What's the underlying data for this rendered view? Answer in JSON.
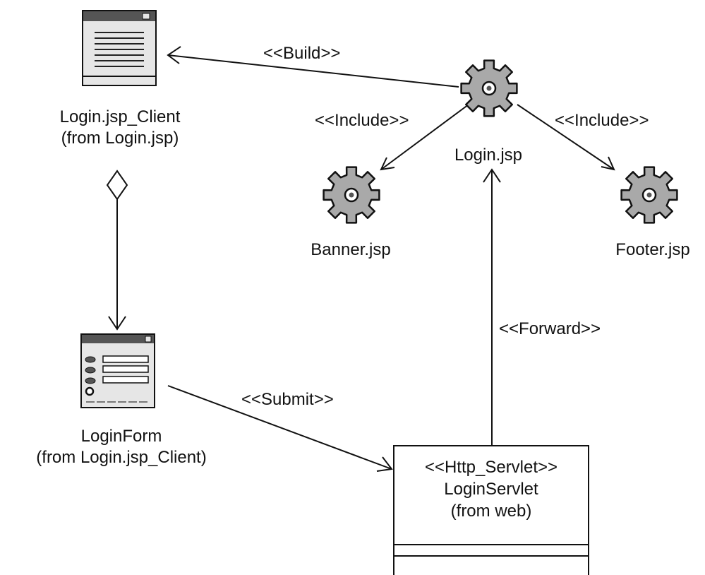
{
  "nodes": {
    "login_client": {
      "name": "Login.jsp_Client",
      "from": "(from Login.jsp)"
    },
    "login_jsp": {
      "name": "Login.jsp"
    },
    "banner_jsp": {
      "name": "Banner.jsp"
    },
    "footer_jsp": {
      "name": "Footer.jsp"
    },
    "login_form": {
      "name": "LoginForm",
      "from": "(from Login.jsp_Client)"
    },
    "login_servlet": {
      "stereotype": "<<Http_Servlet>>",
      "name": "LoginServlet",
      "from": "(from web)"
    }
  },
  "edges": {
    "build": "<<Build>>",
    "include_left": "<<Include>>",
    "include_right": "<<Include>>",
    "forward": "<<Forward>>",
    "submit": "<<Submit>>"
  },
  "icons": {
    "client_page": "web-page-icon",
    "server_page": "gear-icon",
    "form": "form-window-icon"
  },
  "colors": {
    "stroke": "#111111",
    "icon_fill": "#a9a9a9",
    "icon_bar": "#555555"
  }
}
